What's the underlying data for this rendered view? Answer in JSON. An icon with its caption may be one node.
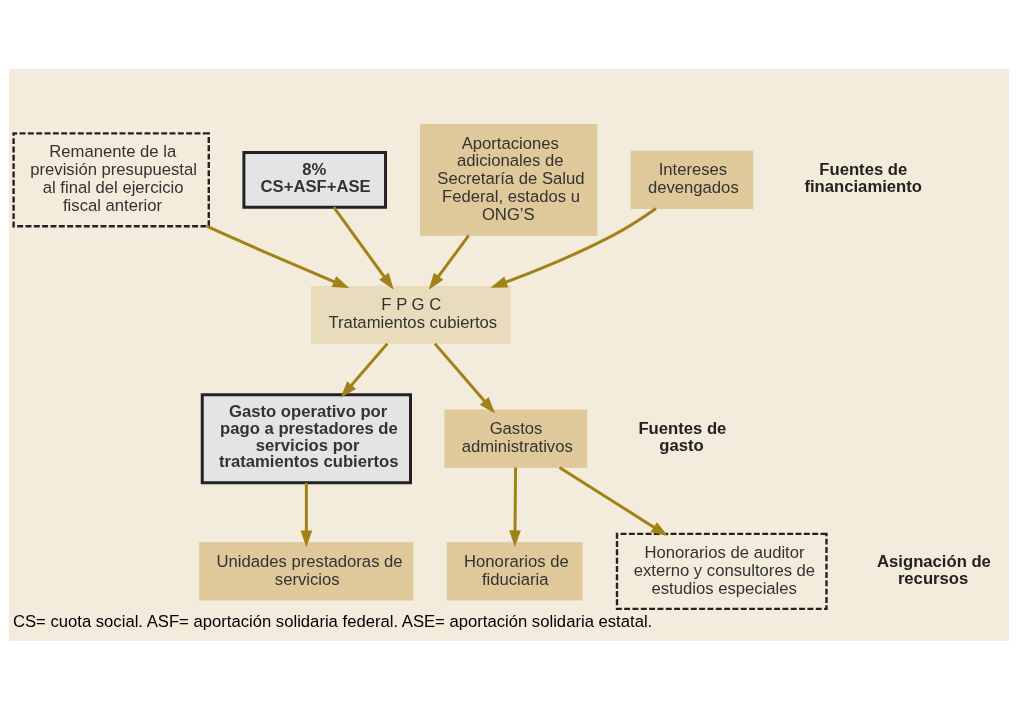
{
  "diagram": {
    "caption": "CS= cuota social. ASF= aportación solidaria federal. ASE= aportación solidaria estatal.",
    "nodes": [
      {
        "text": [
          "Remanente de la previsión presupuestal al final del ejercicio fiscal anterior"
        ]
      },
      {
        "text": [
          "8%",
          "CS+ASF+ASE"
        ]
      },
      {
        "text": [
          "Aportaciones adicionales de Secretaría de Salud Federal, estados u ONG’S"
        ]
      },
      {
        "text": [
          "Intereses devengados"
        ]
      },
      {
        "text": [
          "F P G C",
          "Tratamientos cubiertos"
        ]
      },
      {
        "text": [
          "Gasto operativo por pago a prestadores de servicios por tratamientos cubiertos"
        ]
      },
      {
        "text": [
          "Gastos administrativos"
        ]
      },
      {
        "text": [
          "Unidades prestadoras de servicios"
        ]
      },
      {
        "text": [
          "Honorarios de fiduciaria"
        ]
      },
      {
        "text": [
          "Honorarios de auditor externo y consultores de estudios especiales"
        ]
      }
    ],
    "edges": [
      {
        "from": 0,
        "to": 4,
        "arrow": "to"
      },
      {
        "from": 1,
        "to": 4,
        "arrow": "to"
      },
      {
        "from": 2,
        "to": 4,
        "arrow": "to"
      },
      {
        "from": 3,
        "to": 4,
        "arrow": "to"
      },
      {
        "from": 4,
        "to": 5,
        "arrow": "to"
      },
      {
        "from": 4,
        "to": 6,
        "arrow": "to"
      },
      {
        "from": 5,
        "to": 7,
        "arrow": "to"
      },
      {
        "from": 6,
        "to": 8,
        "arrow": "to"
      },
      {
        "from": 6,
        "to": 9,
        "arrow": "to"
      }
    ],
    "labels": [
      "Fuentes de financiamiento",
      "Fuentes de gasto",
      "Asignación de recursos"
    ]
  }
}
